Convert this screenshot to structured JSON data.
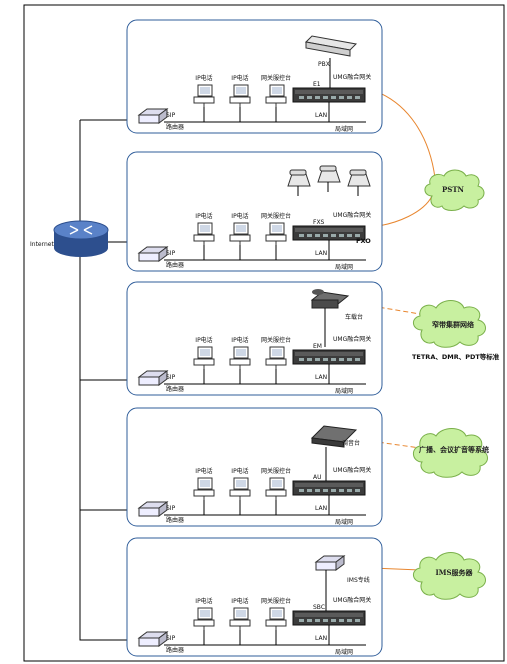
{
  "colors": {
    "panel_border": "#2f5d9a",
    "cloud_fill": "#c8f0a0",
    "cloud_stroke": "#7ab04a",
    "orange_link": "#e8862f",
    "router_blue": "#3a62a8"
  },
  "internet_label": "Internet",
  "common": {
    "ip_phone": "IP电话",
    "gw_console": "网关服控台",
    "router": "路由器",
    "lan": "LAN",
    "sip": "SIP",
    "local_net": "局域网",
    "umg": "UMG融合网关"
  },
  "panels": [
    {
      "interface": "E1",
      "device": "PBX"
    },
    {
      "interface": "FXS",
      "interface2": "FXO"
    },
    {
      "interface": "EM",
      "device": "车载台"
    },
    {
      "interface": "AU",
      "device": "调音台"
    },
    {
      "interface": "SBC",
      "device": "IMS专线"
    }
  ],
  "clouds": [
    {
      "label": "PSTN"
    },
    {
      "label": "窄带集群网络"
    },
    {
      "label": "广播、会议扩音等系统"
    },
    {
      "label": "IMS服务器"
    }
  ],
  "trunk_note": "TETRA、DMR、PDT等标准"
}
